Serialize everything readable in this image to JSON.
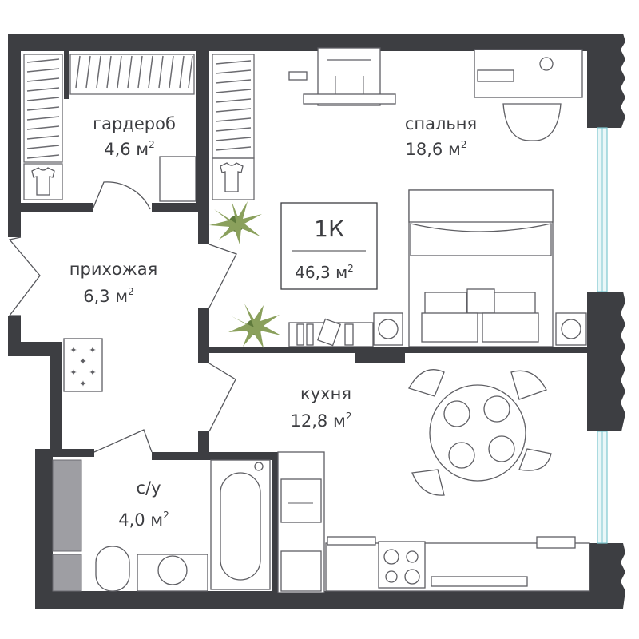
{
  "plan": {
    "type_label": "1К",
    "total_area": "46,3 м",
    "area_unit_sup": "2"
  },
  "rooms": [
    {
      "id": "wardrobe",
      "name": "гардероб",
      "area": "4,6 м"
    },
    {
      "id": "bedroom",
      "name": "спальня",
      "area": "18,6 м"
    },
    {
      "id": "hallway",
      "name": "прихожая",
      "area": "6,3 м"
    },
    {
      "id": "kitchen",
      "name": "кухня",
      "area": "12,8 м"
    },
    {
      "id": "bathroom",
      "name": "с/у",
      "area": "4,0 м"
    }
  ],
  "colors": {
    "wall": "#3d3e42",
    "window": "#7fc7cf",
    "plant": "#8aa05c",
    "text": "#3c3d41"
  }
}
